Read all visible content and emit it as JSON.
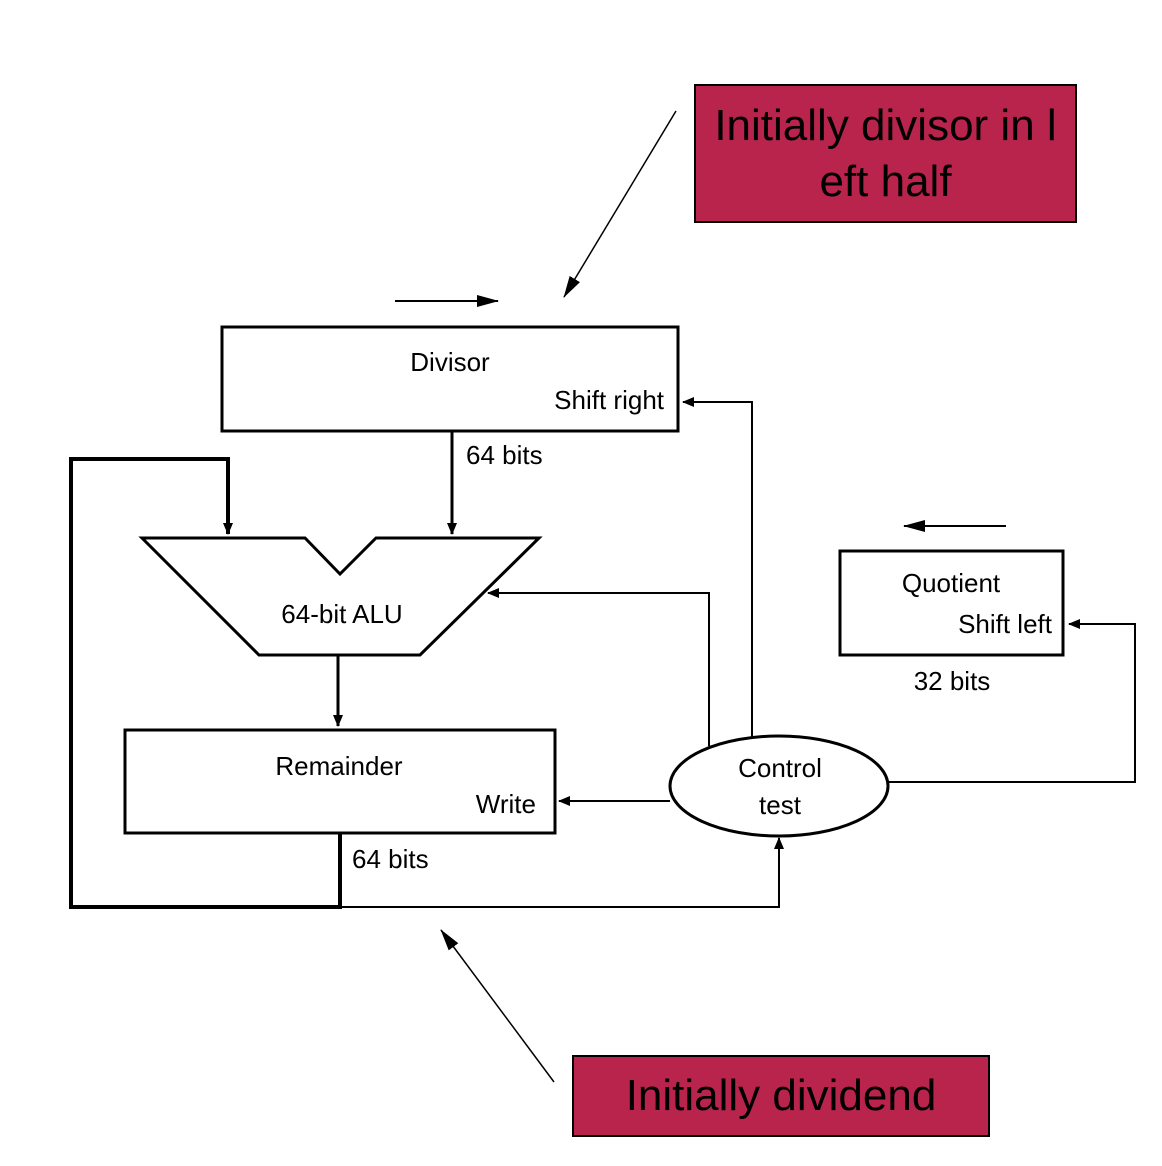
{
  "colors": {
    "callout_fill": "#b8244c",
    "line": "#000000",
    "background": "#ffffff"
  },
  "divisor": {
    "name": "Divisor",
    "control": "Shift right",
    "width_label": "64 bits"
  },
  "alu": {
    "name": "64-bit ALU"
  },
  "remainder": {
    "name": "Remainder",
    "control": "Write",
    "width_label": "64 bits"
  },
  "quotient": {
    "name": "Quotient",
    "control": "Shift left",
    "width_label": "32 bits"
  },
  "control": {
    "line1": "Control",
    "line2": "test"
  },
  "callouts": {
    "divisor_note": "Initially divisor in left half",
    "dividend_note": "Initially dividend"
  }
}
